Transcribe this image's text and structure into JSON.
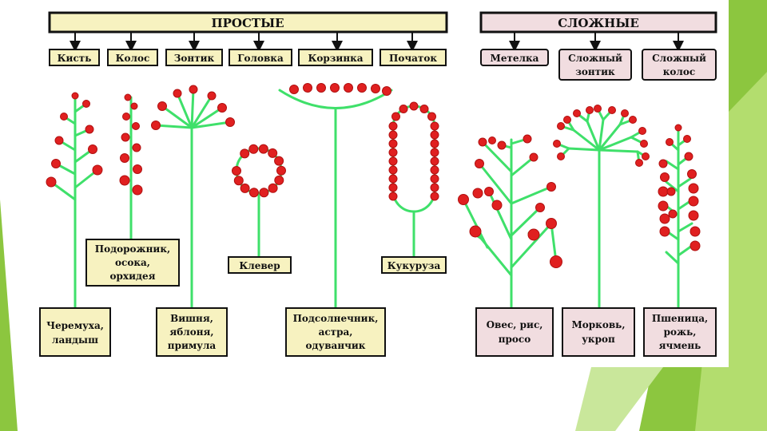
{
  "colors": {
    "simple_header": "#f7f2c0",
    "complex_header": "#f1dde0",
    "label_box": "#f7f2c0",
    "complex_box": "#f1dde0",
    "stem": "#3fe06a",
    "flower": "#e02020",
    "slide_accent": "#8cc63f"
  },
  "headers": {
    "simple": "ПРОСТЫЕ",
    "complex": "СЛОЖНЫЕ"
  },
  "types": {
    "simple": [
      "Кисть",
      "Колос",
      "Зонтик",
      "Головка",
      "Корзинка",
      "Початок"
    ],
    "complex": [
      [
        "Метелка"
      ],
      [
        "Сложный",
        "зонтик"
      ],
      [
        "Сложный",
        "колос"
      ]
    ]
  },
  "examples": {
    "plantain": [
      "Подорожник,",
      "осока,",
      "орхидея"
    ],
    "clover": [
      "Клевер"
    ],
    "corn": [
      "Кукуруза"
    ],
    "cherry": [
      "Черемуха,",
      "ландыш"
    ],
    "apple": [
      "Вишня,",
      "яблоня,",
      "примула"
    ],
    "sunflower": [
      "Подсолнечник,",
      "астра,",
      "одуванчик"
    ],
    "oats": [
      "Овес, рис,",
      "просо"
    ],
    "carrot": [
      "Морковь,",
      "укроп"
    ],
    "wheat": [
      "Пшеница,",
      "рожь,",
      "ячмень"
    ]
  }
}
